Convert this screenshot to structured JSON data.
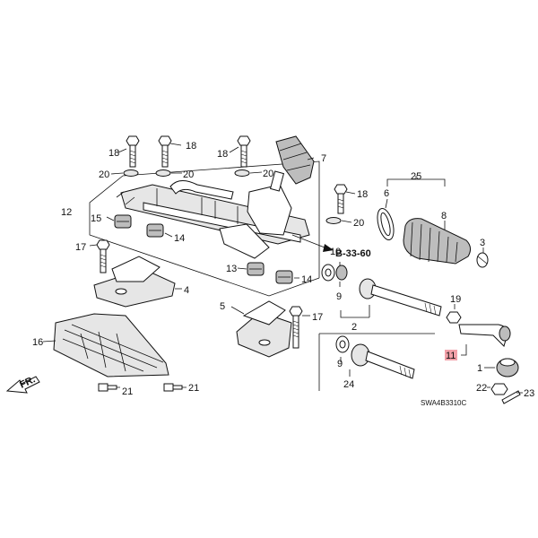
{
  "diagram": {
    "reference_label": "B-33-60",
    "diagram_code": "SWA4B3310C",
    "front_label": "FR.",
    "highlight_color": "#f2a0a8",
    "callouts": {
      "c1": "1",
      "c2": "2",
      "c3": "3",
      "c4": "4",
      "c5": "5",
      "c6": "6",
      "c7": "7",
      "c8": "8",
      "c9a": "9",
      "c9b": "9",
      "c10": "10",
      "c11": "11",
      "c12": "12",
      "c13": "13",
      "c14a": "14",
      "c14b": "14",
      "c15": "15",
      "c16": "16",
      "c17a": "17",
      "c17b": "17",
      "c18a": "18",
      "c18b": "18",
      "c18c": "18",
      "c18d": "18",
      "c19": "19",
      "c20a": "20",
      "c20b": "20",
      "c20c": "20",
      "c20d": "20",
      "c21a": "21",
      "c21b": "21",
      "c22": "22",
      "c23": "23",
      "c24": "24",
      "c25": "25"
    }
  }
}
